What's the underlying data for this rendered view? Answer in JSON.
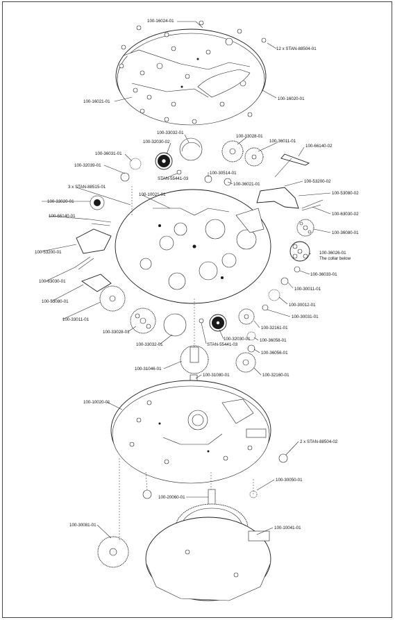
{
  "labels": {
    "top_plate": "100-16024-01",
    "screws_top": "12 x STAN-88504-01",
    "plate_left": "100-16021-01",
    "plate_right": "100-16020-01",
    "p33032a": "100-33032-01",
    "p32030a": "100-32030-02",
    "p33028a": "100-33028-01",
    "p36011": "100-36011-01",
    "p66140a": "100-66140-02",
    "p36031": "100-36031-01",
    "p30514": "100-30514-01",
    "p32039": "100-32039-01",
    "stan55441a": "STAN-55441-03",
    "p36021": "100-36021-01",
    "p53200a": "100-53200-02",
    "stan88515": "3 x STAN-88515-01",
    "p10021": "100-10021-01",
    "p53080a": "100-53080-02",
    "p33020": "100-33020-01",
    "p63030a": "100-63030-02",
    "p66140b": "100-66140-01",
    "p36080": "100-36080-01",
    "p53200b": "100-53200-01",
    "p36026": "100-36026-01",
    "collar_note": "The collar below",
    "p63030b": "100-63030-01",
    "p36033": "100-36033-01",
    "p53080b": "100-53080-01",
    "p30011": "100-30011-01",
    "p30012": "100-30012-01",
    "p33011": "100-33011-01",
    "p30031": "100-30031-01",
    "p33028b": "100-33028-01",
    "p32161": "100-32161-01",
    "p36058": "100-36058-01",
    "p32030b": "100-32030-01",
    "p33032b": "100-33032-01",
    "stan55441b": "STAN-55441-03",
    "p36056": "100-36056-01",
    "p31046": "100-31046-01",
    "p31080": "100-31080-01",
    "p32160": "100-32160-01",
    "p10020": "100-10020-01",
    "stan88504b": "2 x STAN-88504-02",
    "p30050": "100-30050-01",
    "p20060": "100-20060-01",
    "p30081": "100-30081-01",
    "p10041": "100-10041-01"
  },
  "colors": {
    "ink": "#1a1a1a",
    "paper": "#ffffff",
    "frame": "#444444"
  }
}
